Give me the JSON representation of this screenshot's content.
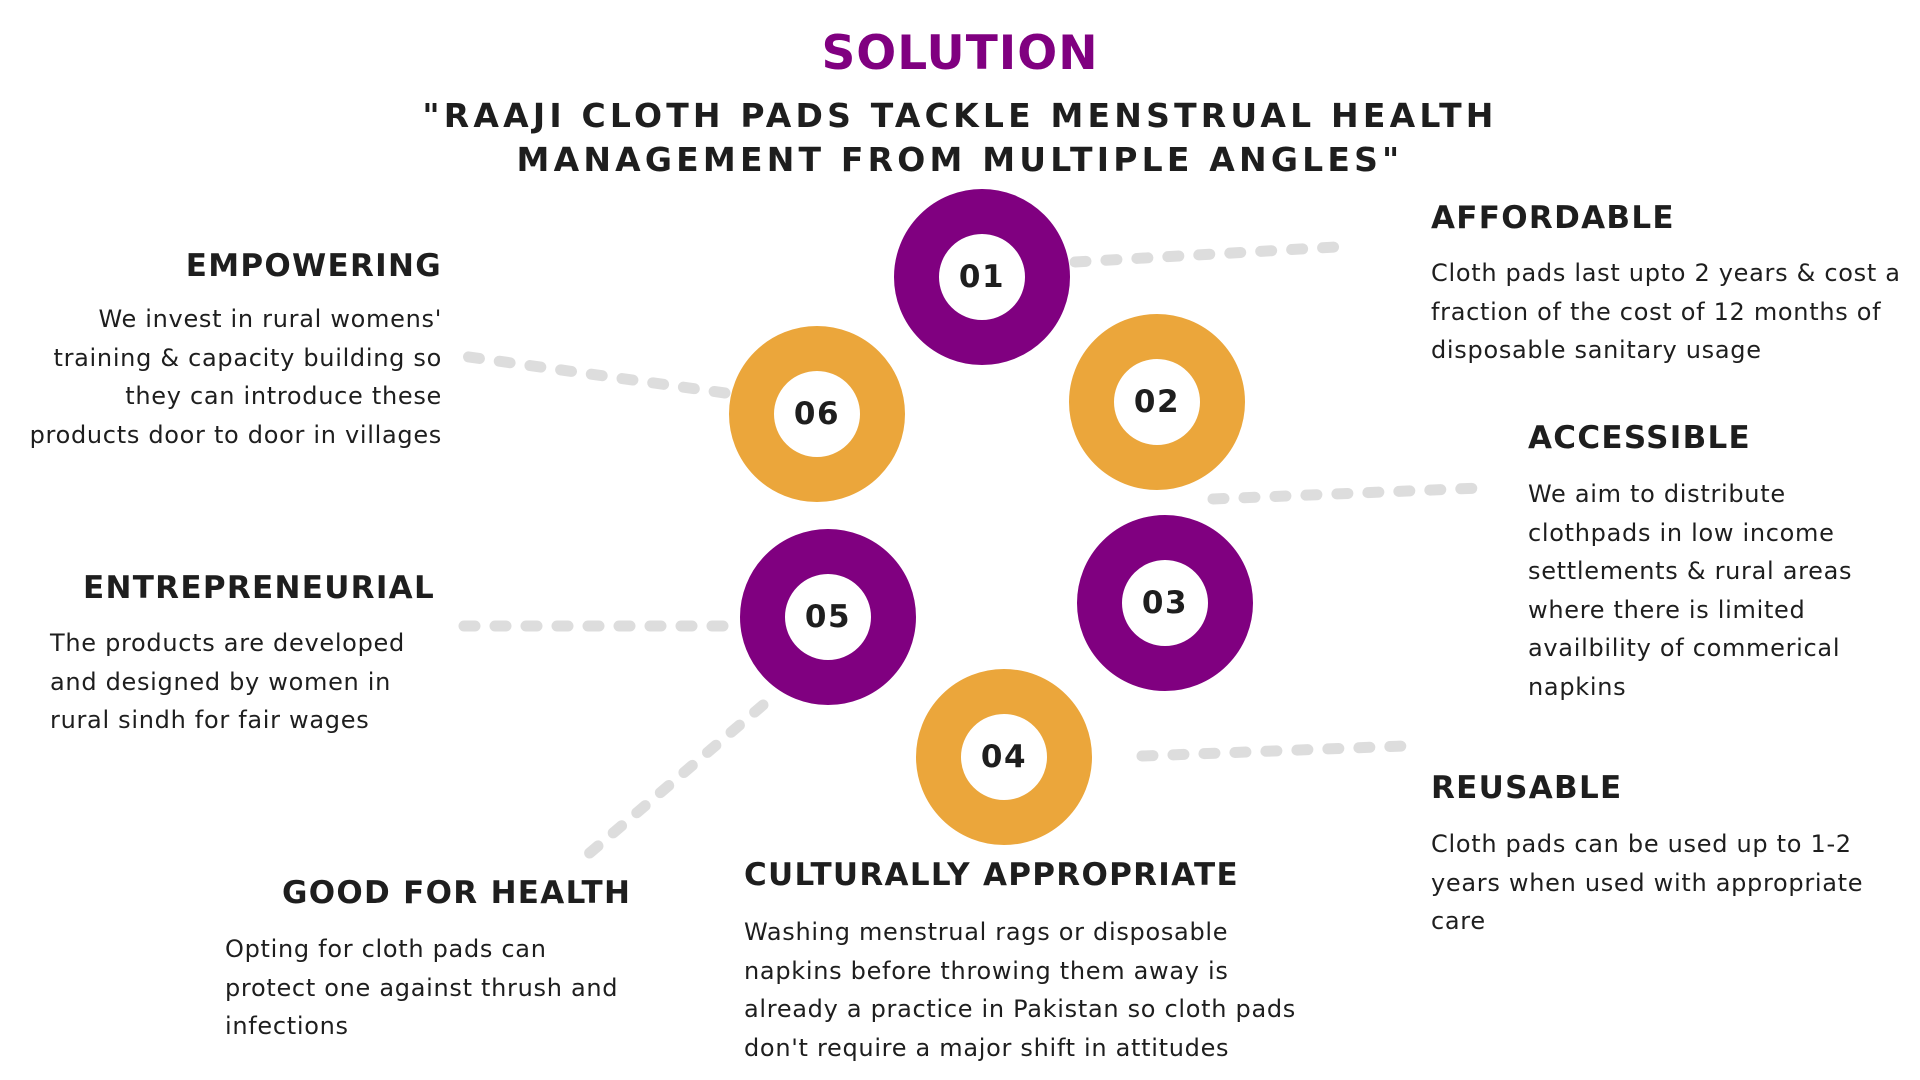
{
  "title": "SOLUTION",
  "subtitle": "\"RAAJI CLOTH PADS TACKLE MENSTRUAL HEALTH MANAGEMENT FROM MULTIPLE ANGLES\"",
  "colors": {
    "title": "#800080",
    "purple": "#800080",
    "orange": "#EBA63B",
    "connector": "#DDDDDD",
    "text": "#1E1E1E"
  },
  "steps": [
    {
      "number": "01",
      "color": "purple"
    },
    {
      "number": "02",
      "color": "orange"
    },
    {
      "number": "03",
      "color": "purple"
    },
    {
      "number": "04",
      "color": "orange"
    },
    {
      "number": "05",
      "color": "purple"
    },
    {
      "number": "06",
      "color": "orange"
    }
  ],
  "affordable": {
    "heading": "AFFORDABLE",
    "lines": [
      "Cloth pads last upto 2 years & cost a",
      "fraction of the cost of 12 months of",
      "disposable sanitary usage"
    ]
  },
  "accessible": {
    "heading": "ACCESSIBLE",
    "lines": [
      "We aim to distribute",
      "clothpads in low income",
      "settlements & rural areas",
      "where there is limited",
      "availbility of commerical",
      "napkins"
    ]
  },
  "reusable": {
    "heading": "REUSABLE",
    "lines": [
      "Cloth pads can be used up to 1-2",
      "years when used with appropriate",
      "care"
    ]
  },
  "cultural": {
    "heading": "CULTURALLY APPROPRIATE",
    "lines": [
      "Washing menstrual rags or disposable",
      "napkins before throwing them away is",
      "already a practice in Pakistan so cloth pads",
      "don't require a major shift in attitudes"
    ]
  },
  "health": {
    "heading": "GOOD FOR HEALTH",
    "lines": [
      "Opting for cloth pads can",
      "protect one against thrush and",
      "infections"
    ]
  },
  "entrepreneurial": {
    "heading": "ENTREPRENEURIAL",
    "lines": [
      "The products are developed",
      "and designed by women in",
      "rural sindh for fair wages"
    ]
  },
  "empowering": {
    "heading": "EMPOWERING",
    "lines": [
      "We invest in rural womens'",
      "training & capacity building so",
      "they can introduce these",
      "products door to door in villages"
    ]
  }
}
